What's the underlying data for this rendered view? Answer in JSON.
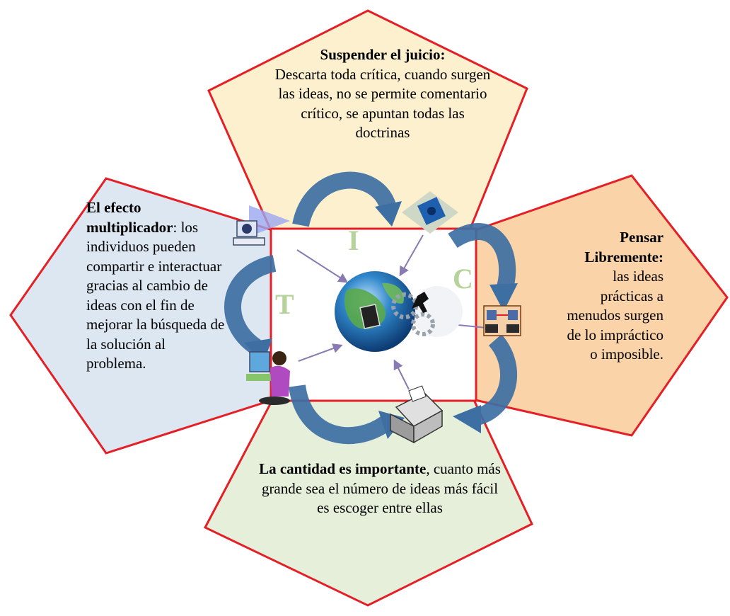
{
  "panels": {
    "top": {
      "title": "Suspender el juicio:",
      "body": "Descarta toda crítica, cuando surgen las ideas, no se permite comentario crítico, se apuntan todas las doctrinas",
      "fill": "#fdf0cf"
    },
    "left": {
      "title": "El efecto multiplicador",
      "body": ": los individuos pueden compartir e interactuar gracias al cambio de ideas con el fin de mejorar la búsqueda de la solución al problema.",
      "fill": "#dde7f2"
    },
    "right": {
      "title": "Pensar Libremente:",
      "body": "las ideas prácticas a menudos surgen de lo impráctico o imposible.",
      "fill": "#fbd3a8"
    },
    "bottom": {
      "title": "La cantidad es importante",
      "body": ", cuanto más grande sea el número de ideas más fácil es escoger entre ellas",
      "fill": "#e6efda"
    }
  },
  "center_letters": {
    "i": "I",
    "t": "T",
    "c": "C"
  },
  "colors": {
    "border": "#e41f26",
    "arrow": "#3d6fa3",
    "connector": "#9482b8",
    "letters": "#b5d39a"
  },
  "icons": [
    "computer-globe-icon",
    "floppy-disk-icon",
    "network-computers-icon",
    "fax-machine-icon",
    "woman-at-computer-icon",
    "globe-gears-icon"
  ]
}
